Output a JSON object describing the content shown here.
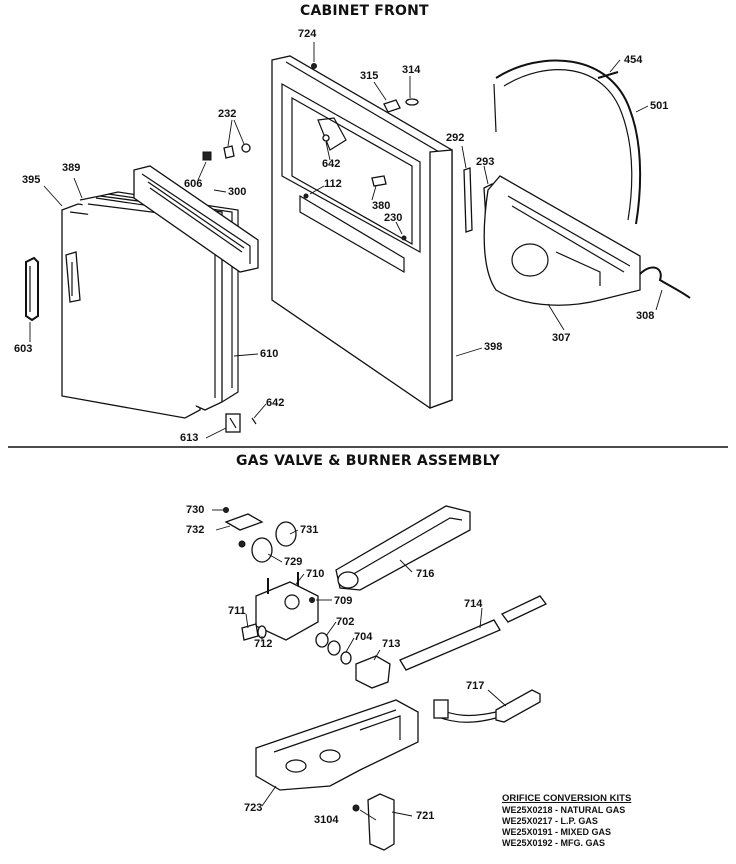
{
  "top_cutoff_text": "",
  "sections": {
    "cabinet_front": "CABINET FRONT",
    "gas_valve": "GAS VALVE & BURNER ASSEMBLY"
  },
  "callouts": {
    "c724": "724",
    "c315": "315",
    "c314": "314",
    "c454": "454",
    "c501": "501",
    "c232": "232",
    "c606": "606",
    "c300": "300",
    "c389": "389",
    "c395": "395",
    "c642a": "642",
    "c112": "112",
    "c380": "380",
    "c230": "230",
    "c292": "292",
    "c293": "293",
    "c307": "307",
    "c308": "308",
    "c398": "398",
    "c603": "603",
    "c610": "610",
    "c642b": "642",
    "c613": "613",
    "c730": "730",
    "c732": "732",
    "c731": "731",
    "c729": "729",
    "c710": "710",
    "c716": "716",
    "c709": "709",
    "c711": "711",
    "c712": "712",
    "c702": "702",
    "c704": "704",
    "c713": "713",
    "c714": "714",
    "c717": "717",
    "c723": "723",
    "c3104": "3104",
    "c721": "721"
  },
  "orifice_kits": {
    "title": "ORIFICE CONVERSION KITS",
    "items": [
      "WE25X0218 - NATURAL GAS",
      "WE25X0217 - L.P. GAS",
      "WE25X0191 - MIXED GAS",
      "WE25X0192 - MFG. GAS"
    ]
  }
}
